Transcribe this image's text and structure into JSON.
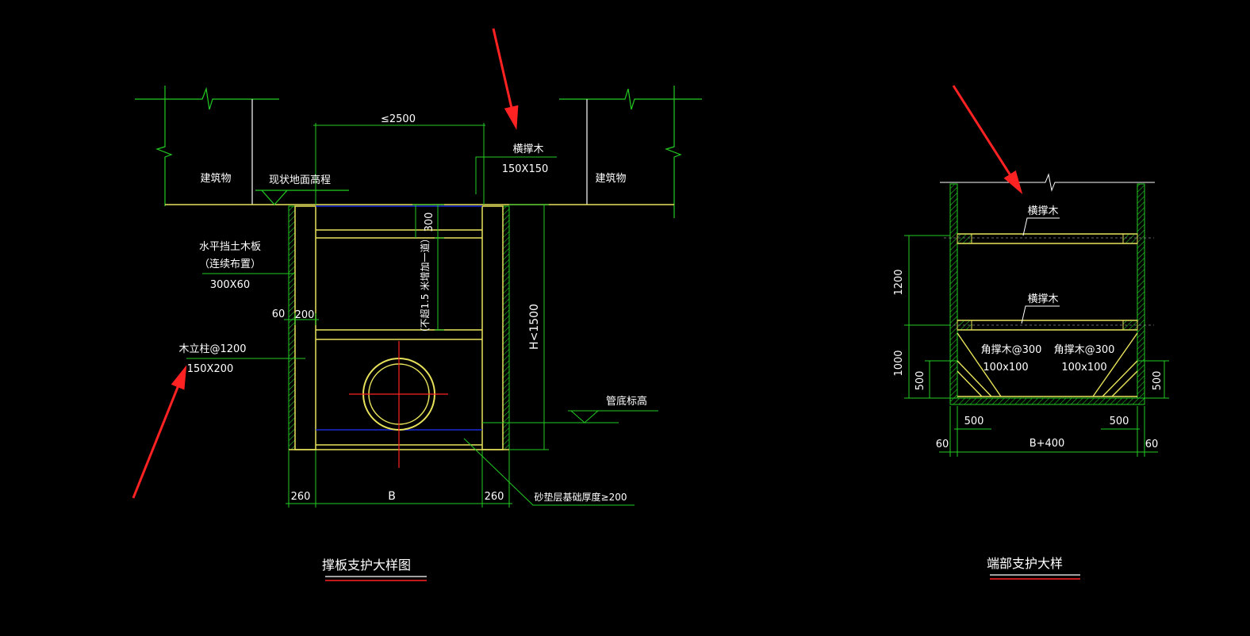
{
  "drawing": {
    "left": {
      "title": "撑板支护大样图",
      "building_left": "建筑物",
      "building_right": "建筑物",
      "ground_level": "现状地面高程",
      "max_width": "≤2500",
      "strut_name": "横撑木",
      "strut_size": "150X150",
      "board_name": "水平挡土木板",
      "board_note": "（连续布置）",
      "board_size": "300X60",
      "dim_60": "60",
      "dim_200": "200",
      "post_name": "木立柱@1200",
      "post_size": "150X200",
      "dim_300": "300",
      "strut_spacing_note": "（不超1.5 米增加一道）",
      "height_limit": "H<1500",
      "pipe_bottom": "管底标高",
      "dim_260_left": "260",
      "dim_B": "B",
      "dim_260_right": "260",
      "sand_cushion": "砂垫层基础厚度≥200"
    },
    "right": {
      "title": "端部支护大样",
      "strut_top": "横撑木",
      "strut_mid": "横撑木",
      "corner_left": "角撑木@300",
      "corner_left_size": "100x100",
      "corner_right": "角撑木@300",
      "corner_right_size": "100x100",
      "dim_1200": "1200",
      "dim_1000": "1000",
      "dim_500_left": "500",
      "dim_500_right": "500",
      "dim_500_bl": "500",
      "dim_500_br": "500",
      "dim_60_left": "60",
      "dim_B400": "B+400",
      "dim_60_right": "60"
    }
  },
  "colors": {
    "background": "#000000",
    "yellow": "#e8e35a",
    "green": "#22cc22",
    "white": "#ffffff",
    "red": "#ff2222",
    "blue": "#2233ff"
  }
}
